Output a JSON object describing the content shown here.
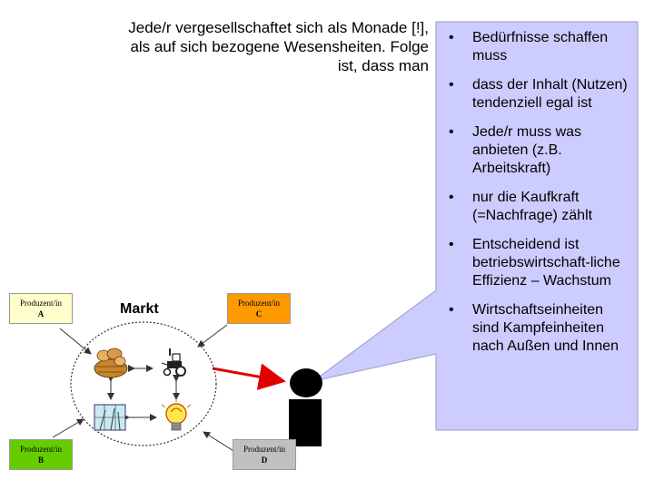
{
  "intro_lines": [
    "Jede/r vergesellschaftet sich als Monade [!],",
    "als auf sich bezogene Wesensheiten. Folge",
    "ist, dass man"
  ],
  "bullets": [
    "Bedürfnisse schaffen muss",
    "dass der Inhalt (Nutzen) tendenziell egal ist",
    "Jede/r muss was anbieten (z.B. Arbeitskraft)",
    "nur die Kaufkraft (=Nachfrage) zählt",
    "Entscheidend ist betriebswirtschaft-liche Effizienz – Wachstum",
    "Wirtschaftseinheiten sind Kampfeinheiten nach Außen und Innen"
  ],
  "bullet_symbol": "•",
  "market_label": "Markt",
  "producers": [
    {
      "label": "Produzent/in",
      "letter": "A",
      "color": "#ffffcc"
    },
    {
      "label": "Produzent/in",
      "letter": "C",
      "color": "#ff9900"
    },
    {
      "label": "Produzent/in",
      "letter": "B",
      "color": "#66cc00"
    },
    {
      "label": "Produzent/in",
      "letter": "D",
      "color": "#c0c0c0"
    }
  ],
  "colors": {
    "bubble_fill": "#ccccff",
    "bubble_stroke": "#9999cc",
    "arrow_red": "#e00000",
    "person": "#000000"
  },
  "icons": [
    "bread-basket-icon",
    "tractor-icon",
    "solar-panel-icon",
    "light-bulb-icon"
  ]
}
